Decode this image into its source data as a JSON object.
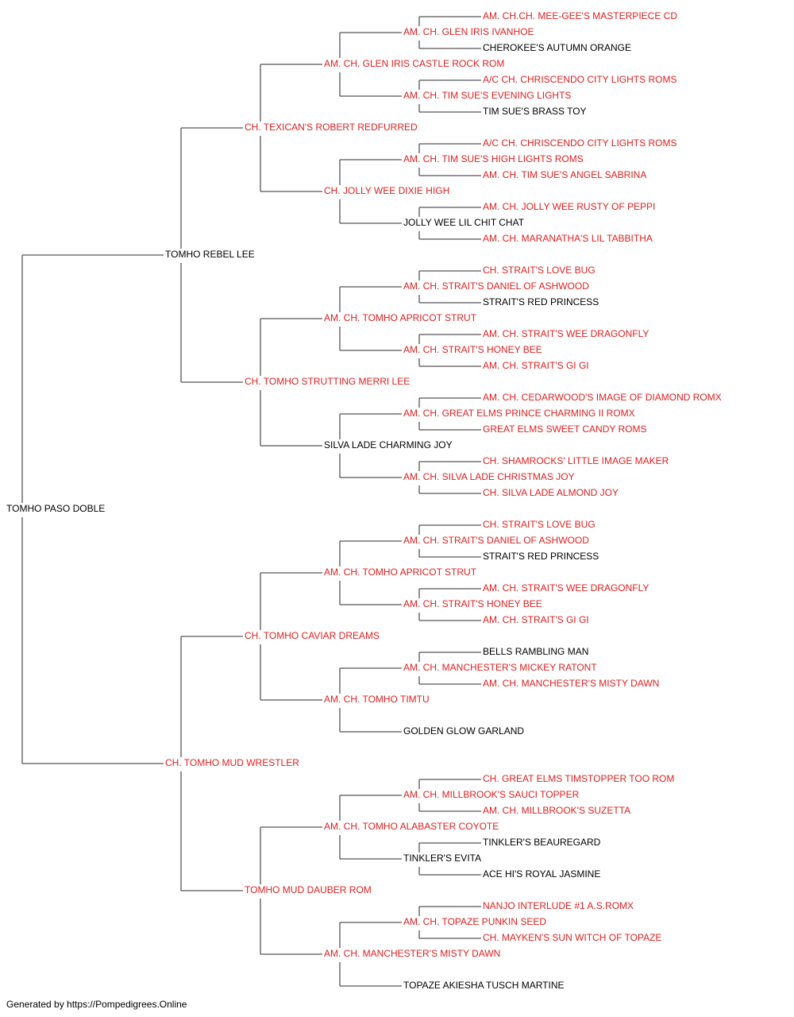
{
  "colors": {
    "champion": "#e02020",
    "normal": "#000000",
    "line": "#555555"
  },
  "footer": "Generated by https://Pompedigrees.Online",
  "pedigree": {
    "name": "TOMHO PASO DOBLE",
    "ch": false,
    "sire": {
      "name": "TOMHO REBEL LEE",
      "ch": false,
      "sire": {
        "name": "CH. TEXICAN'S ROBERT REDFURRED",
        "ch": true,
        "sire": {
          "name": "AM. CH. GLEN IRIS CASTLE ROCK ROM",
          "ch": true,
          "sire": {
            "name": "AM. CH. GLEN IRIS IVANHOE",
            "ch": true,
            "sire": {
              "name": "AM. CH.CH. MEE-GEE'S MASTERPIECE CD",
              "ch": true
            },
            "dam": {
              "name": "CHEROKEE'S AUTUMN ORANGE",
              "ch": false
            }
          },
          "dam": {
            "name": "AM. CH. TIM SUE'S EVENING LIGHTS",
            "ch": true,
            "sire": {
              "name": "A/C CH. CHRISCENDO CITY LIGHTS ROMS",
              "ch": true
            },
            "dam": {
              "name": "TIM SUE'S BRASS TOY",
              "ch": false
            }
          }
        },
        "dam": {
          "name": "CH. JOLLY WEE DIXIE HIGH",
          "ch": true,
          "sire": {
            "name": "AM. CH. TIM SUE'S HIGH LIGHTS ROMS",
            "ch": true,
            "sire": {
              "name": "A/C CH. CHRISCENDO CITY LIGHTS ROMS",
              "ch": true
            },
            "dam": {
              "name": "AM. CH. TIM SUE'S ANGEL SABRINA",
              "ch": true
            }
          },
          "dam": {
            "name": "JOLLY WEE LIL CHIT CHAT",
            "ch": false,
            "sire": {
              "name": "AM. CH. JOLLY WEE RUSTY OF PEPPI",
              "ch": true
            },
            "dam": {
              "name": "AM. CH. MARANATHA'S LIL TABBITHA",
              "ch": true
            }
          }
        }
      },
      "dam": {
        "name": "CH. TOMHO STRUTTING MERRI LEE",
        "ch": true,
        "sire": {
          "name": "AM. CH. TOMHO APRICOT STRUT",
          "ch": true,
          "sire": {
            "name": "AM. CH. STRAIT'S DANIEL OF ASHWOOD",
            "ch": true,
            "sire": {
              "name": "CH. STRAIT'S LOVE BUG",
              "ch": true
            },
            "dam": {
              "name": "STRAIT'S RED PRINCESS",
              "ch": false
            }
          },
          "dam": {
            "name": "AM. CH. STRAIT'S HONEY BEE",
            "ch": true,
            "sire": {
              "name": "AM. CH. STRAIT'S WEE DRAGONFLY",
              "ch": true
            },
            "dam": {
              "name": "AM. CH. STRAIT'S GI GI",
              "ch": true
            }
          }
        },
        "dam": {
          "name": "SILVA LADE CHARMING JOY",
          "ch": false,
          "sire": {
            "name": "AM. CH. GREAT ELMS PRINCE CHARMING II ROMX",
            "ch": true,
            "sire": {
              "name": "AM. CH. CEDARWOOD'S IMAGE OF DIAMOND ROMX",
              "ch": true
            },
            "dam": {
              "name": "GREAT ELMS SWEET CANDY ROMS",
              "ch": true
            }
          },
          "dam": {
            "name": "AM. CH. SILVA LADE CHRISTMAS JOY",
            "ch": true,
            "sire": {
              "name": "CH. SHAMROCKS' LITTLE IMAGE MAKER",
              "ch": true
            },
            "dam": {
              "name": "CH. SILVA LADE ALMOND JOY",
              "ch": true
            }
          }
        }
      }
    },
    "dam": {
      "name": "CH. TOMHO MUD WRESTLER",
      "ch": true,
      "sire": {
        "name": "CH. TOMHO CAVIAR DREAMS",
        "ch": true,
        "sire": {
          "name": "AM. CH. TOMHO APRICOT STRUT",
          "ch": true,
          "sire": {
            "name": "AM. CH. STRAIT'S DANIEL OF ASHWOOD",
            "ch": true,
            "sire": {
              "name": "CH. STRAIT'S LOVE BUG",
              "ch": true
            },
            "dam": {
              "name": "STRAIT'S RED PRINCESS",
              "ch": false
            }
          },
          "dam": {
            "name": "AM. CH. STRAIT'S HONEY BEE",
            "ch": true,
            "sire": {
              "name": "AM. CH. STRAIT'S WEE DRAGONFLY",
              "ch": true
            },
            "dam": {
              "name": "AM. CH. STRAIT'S GI GI",
              "ch": true
            }
          }
        },
        "dam": {
          "name": "AM. CH. TOMHO TIMTU",
          "ch": true,
          "sire": {
            "name": "AM. CH. MANCHESTER'S MICKEY RATONT",
            "ch": true,
            "sire": {
              "name": "BELLS RAMBLING MAN",
              "ch": false
            },
            "dam": {
              "name": "AM. CH. MANCHESTER'S MISTY DAWN",
              "ch": true
            }
          },
          "dam": {
            "name": "GOLDEN GLOW GARLAND",
            "ch": false
          }
        }
      },
      "dam": {
        "name": "TOMHO MUD DAUBER ROM",
        "ch": true,
        "sire": {
          "name": "AM. CH. TOMHO ALABASTER COYOTE",
          "ch": true,
          "sire": {
            "name": "AM. CH. MILLBROOK'S SAUCI TOPPER",
            "ch": true,
            "sire": {
              "name": "CH. GREAT ELMS TIMSTOPPER TOO ROM",
              "ch": true
            },
            "dam": {
              "name": "AM. CH. MILLBROOK'S SUZETTA",
              "ch": true
            }
          },
          "dam": {
            "name": "TINKLER'S EVITA",
            "ch": false,
            "sire": {
              "name": "TINKLER'S BEAUREGARD",
              "ch": false
            },
            "dam": {
              "name": "ACE HI'S ROYAL JASMINE",
              "ch": false
            }
          }
        },
        "dam": {
          "name": "AM. CH. MANCHESTER'S MISTY DAWN",
          "ch": true,
          "sire": {
            "name": "AM. CH. TOPAZE PUNKIN SEED",
            "ch": true,
            "sire": {
              "name": "NANJO INTERLUDE #1 A.S.ROMX",
              "ch": true
            },
            "dam": {
              "name": "CH. MAYKEN'S SUN WITCH OF TOPAZE",
              "ch": true
            }
          },
          "dam": {
            "name": "TOPAZE AKIESHA TUSCH MARTINE",
            "ch": false
          }
        }
      }
    }
  }
}
